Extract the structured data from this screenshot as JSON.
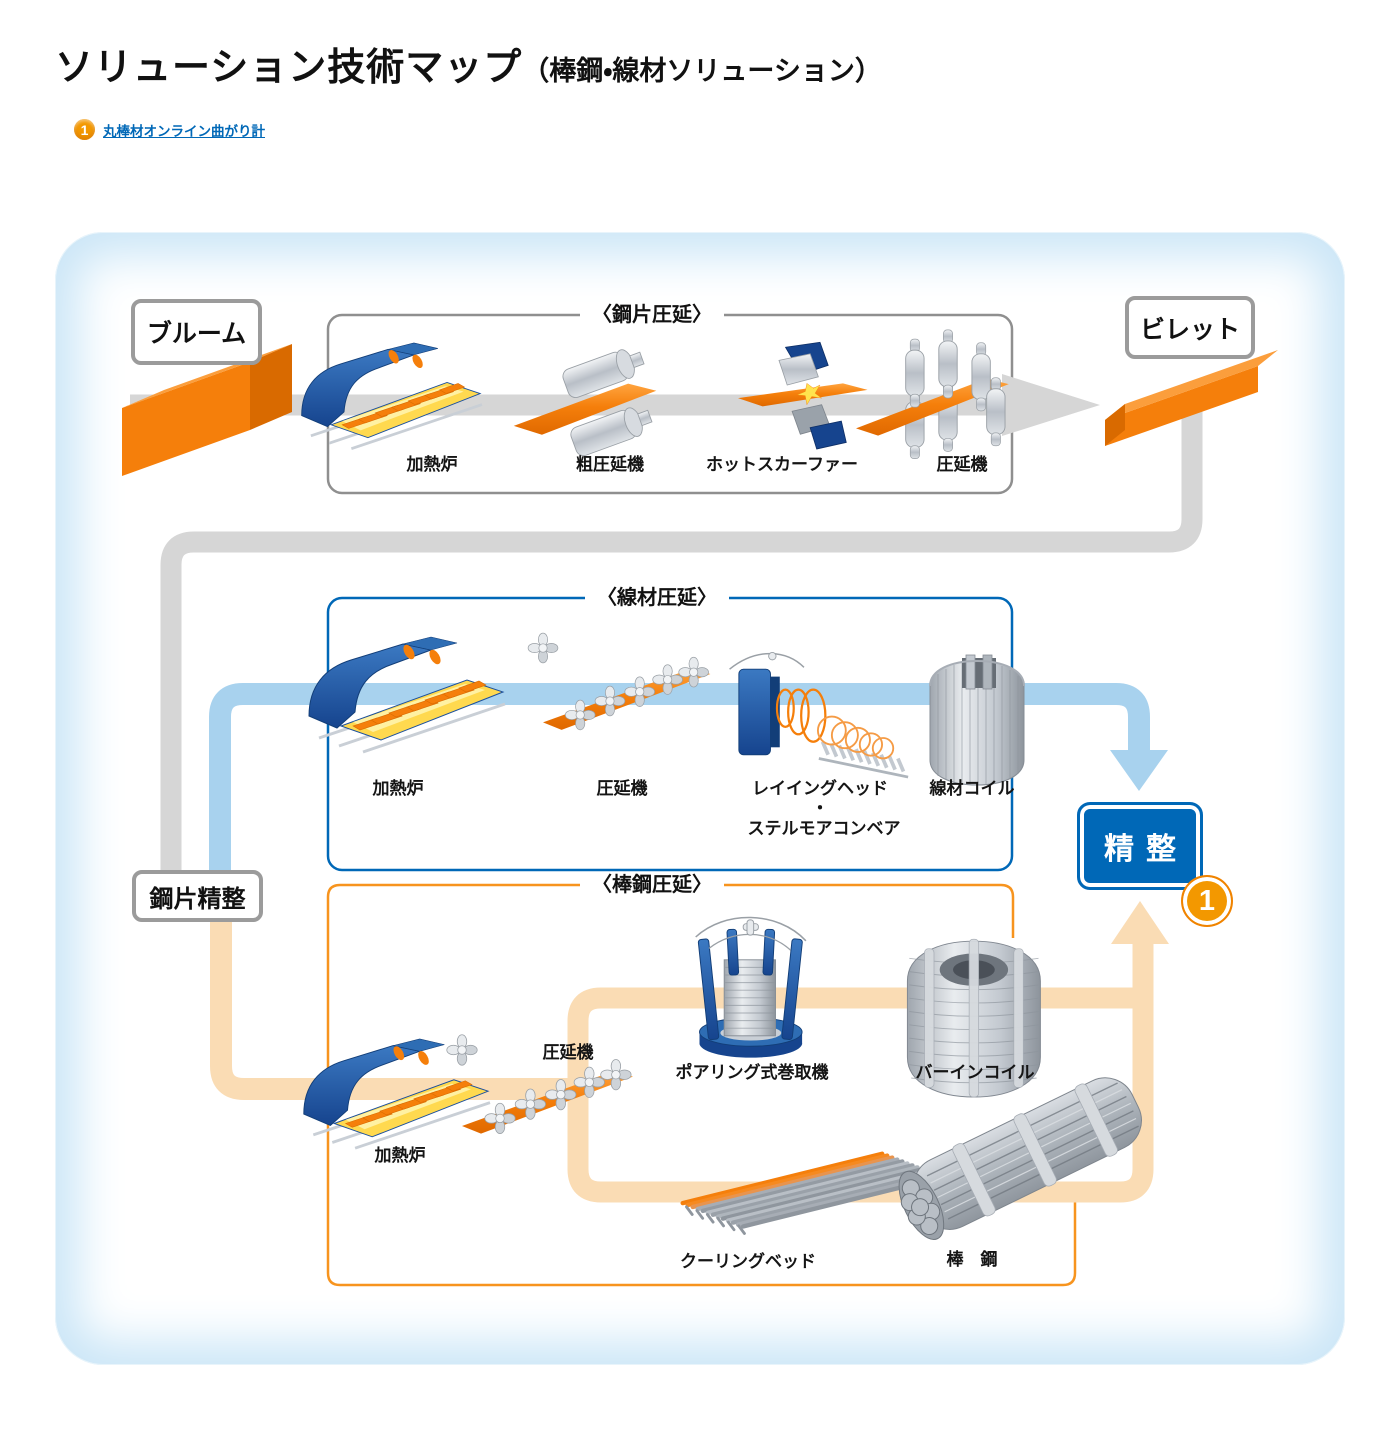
{
  "header": {
    "title_main": "ソリューション技術マップ",
    "title_sub": "（棒鋼・線材ソリューション）"
  },
  "legend": {
    "badge": "1",
    "link_label": "丸棒材オンライン曲がり計"
  },
  "nodes": {
    "bloom": "ブルーム",
    "billet": "ビレット",
    "billet_conditioning": "鋼片精整",
    "finishing": "精整",
    "finishing_badge": "1"
  },
  "sections": {
    "billet_rolling": {
      "title": "〈鋼片圧延〉",
      "labels": {
        "furnace": "加熱炉",
        "roughing_mill": "粗圧延機",
        "hot_scarfer": "ホットスカーファー",
        "rolling_mill": "圧延機"
      }
    },
    "wire_rod_rolling": {
      "title": "〈線材圧延〉",
      "labels": {
        "furnace": "加熱炉",
        "rolling_mill": "圧延機",
        "laying_head_line1": "レイイングヘッド",
        "laying_head_dot": "・",
        "laying_head_line2": "ステルモアコンベア",
        "wire_coil": "線材コイル"
      }
    },
    "bar_rolling": {
      "title": "〈棒鋼圧延〉",
      "labels": {
        "furnace": "加熱炉",
        "rolling_mill": "圧延機",
        "pouring_reel": "ポアリング式巻取機",
        "bar_in_coil": "バーインコイル",
        "cooling_bed": "クーリングベッド",
        "bar_steel": "棒　鋼"
      }
    }
  },
  "colors": {
    "accent_blue": "#0068B7",
    "accent_orange": "#F7941E",
    "badge_orange": "#F39800",
    "flow_gray": "#D6D6D6",
    "flow_blue": "#A8D2EE",
    "flow_peach": "#FADCB4",
    "bar_orange": "#F57F0B"
  }
}
